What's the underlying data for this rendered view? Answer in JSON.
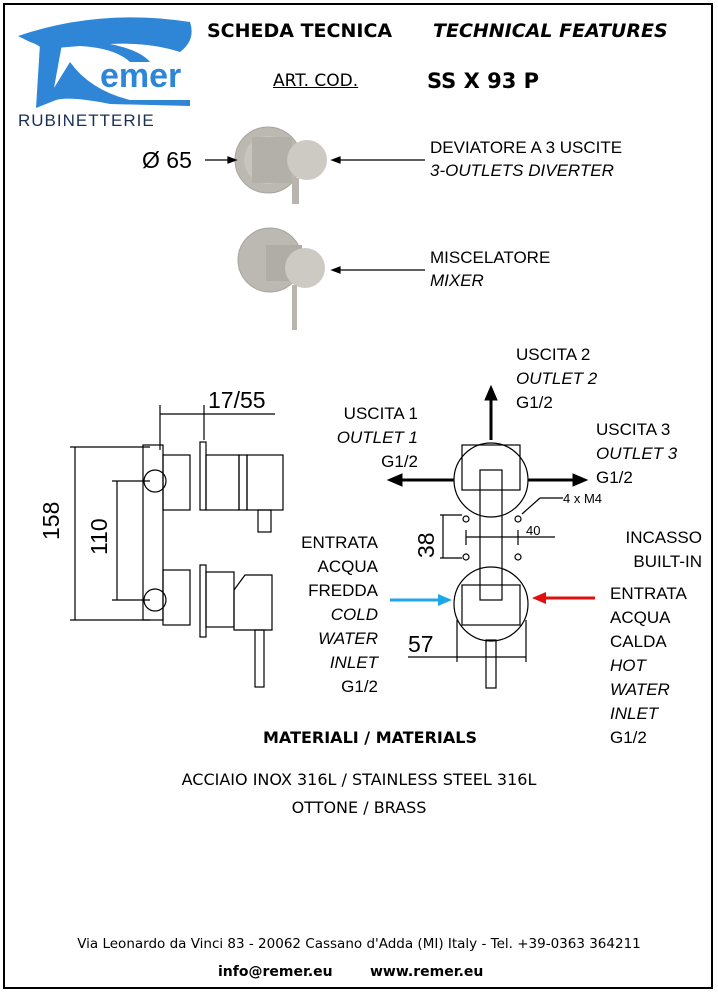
{
  "header": {
    "title_it": "SCHEDA TECNICA",
    "title_en": "TECHNICAL FEATURES",
    "art_cod_label": "ART. COD.",
    "art_cod_value": "SS X 93 P"
  },
  "logo": {
    "brand": "Remer",
    "subtitle": "RUBINETTERIE",
    "color": "#2f86d6"
  },
  "products": {
    "diameter": "Ø 65",
    "diverter_it": "DEVIATORE A 3 USCITE",
    "diverter_en": "3-OUTLETS DIVERTER",
    "mixer_it": "MISCELATORE",
    "mixer_en": "MIXER"
  },
  "diagram": {
    "dim_depth": "17/55",
    "dim_height": "158",
    "dim_spacing": "110",
    "dim_38": "38",
    "dim_40": "40",
    "dim_57": "57",
    "screws": "4 x M4",
    "outlet1": [
      "USCITA 1",
      "OUTLET 1",
      "G1/2"
    ],
    "outlet2": [
      "USCITA 2",
      "OUTLET 2",
      "G1/2"
    ],
    "outlet3": [
      "USCITA 3",
      "OUTLET 3",
      "G1/2"
    ],
    "builtin": [
      "INCASSO",
      "BUILT-IN"
    ],
    "cold": [
      "ENTRATA",
      "ACQUA",
      "FREDDA",
      "COLD",
      "WATER",
      "INLET",
      "G1/2"
    ],
    "hot": [
      "ENTRATA",
      "ACQUA",
      "CALDA",
      "HOT",
      "WATER",
      "INLET",
      "G1/2"
    ],
    "cold_color": "#1ea7e8",
    "hot_color": "#e01010"
  },
  "materials": {
    "title": "MATERIALI / MATERIALS",
    "line1": "ACCIAIO INOX 316L / STAINLESS STEEL 316L",
    "line2": "OTTONE / BRASS"
  },
  "footer": {
    "address": "Via Leonardo da Vinci 83 - 20062 Cassano d'Adda (MI) Italy - Tel. +39-0363 364211",
    "email": "info@remer.eu",
    "website": "www.remer.eu"
  }
}
